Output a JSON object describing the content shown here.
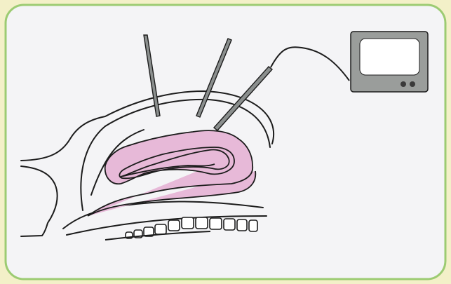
{
  "figure": {
    "subject": "laparoscopic-surgery-illustration",
    "parts": [
      "abdominal-wall",
      "instruments",
      "camera-cable",
      "monitor",
      "colon",
      "spine"
    ]
  },
  "colors": {
    "page_background": "#f3f0c8",
    "panel_fill": "#f4f4f6",
    "panel_border": "#9ccb72",
    "outline": "#1c1c1c",
    "colon_fill": "#e7b9d8",
    "instrument_fill": "#8b8f8e",
    "monitor_body": "#9a9d9b",
    "monitor_screen": "#ffffff",
    "monitor_buttons": "#3a3a3a"
  }
}
